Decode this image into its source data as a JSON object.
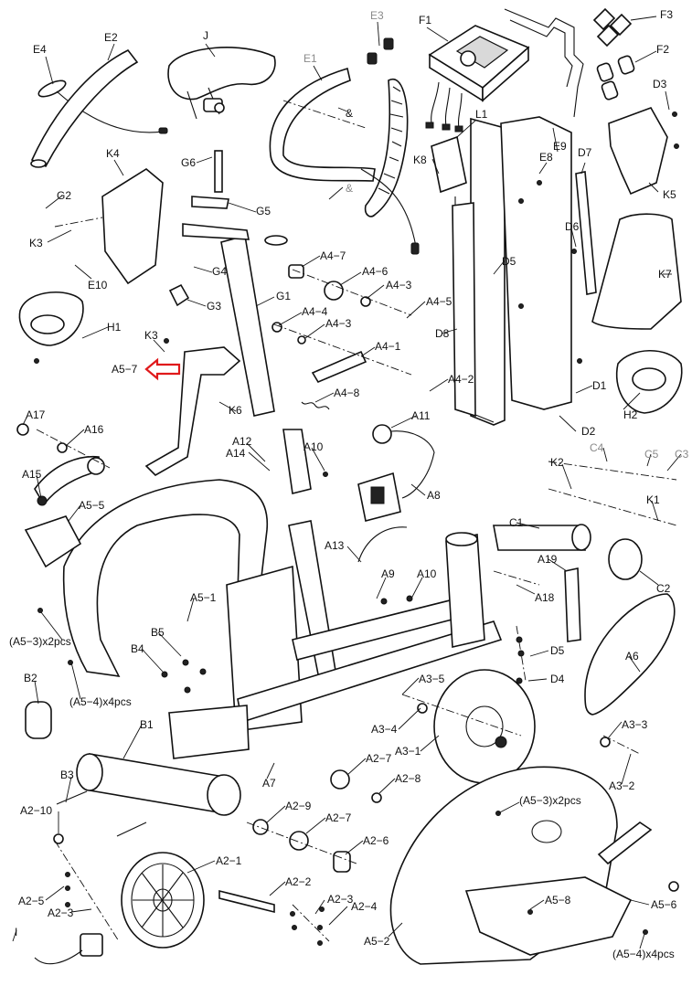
{
  "labels": [
    {
      "key": "E4",
      "text": "E4"
    },
    {
      "key": "E2",
      "text": "E2"
    },
    {
      "key": "J",
      "text": "J"
    },
    {
      "key": "E3",
      "text": "E3",
      "grey": true
    },
    {
      "key": "E1",
      "text": "E1",
      "grey": true
    },
    {
      "key": "F1",
      "text": "F1"
    },
    {
      "key": "F3",
      "text": "F3"
    },
    {
      "key": "F2",
      "text": "F2"
    },
    {
      "key": "D3",
      "text": "D3"
    },
    {
      "key": "L1",
      "text": "L1"
    },
    {
      "key": "E8",
      "text": "E8"
    },
    {
      "key": "E9",
      "text": "E9"
    },
    {
      "key": "K8",
      "text": "K8"
    },
    {
      "key": "D7",
      "text": "D7"
    },
    {
      "key": "K5",
      "text": "K5"
    },
    {
      "key": "K4",
      "text": "K4"
    },
    {
      "key": "G6",
      "text": "G6"
    },
    {
      "key": "G2",
      "text": "G2"
    },
    {
      "key": "K3a",
      "text": "K3"
    },
    {
      "key": "E10",
      "text": "E10"
    },
    {
      "key": "G5",
      "text": "G5"
    },
    {
      "key": "G4",
      "text": "G4"
    },
    {
      "key": "G3",
      "text": "G3"
    },
    {
      "key": "G1",
      "text": "G1"
    },
    {
      "key": "A4-7",
      "text": "A4−7"
    },
    {
      "key": "A4-6",
      "text": "A4−6"
    },
    {
      "key": "A4-3a",
      "text": "A4−3"
    },
    {
      "key": "A4-5",
      "text": "A4−5"
    },
    {
      "key": "A4-4",
      "text": "A4−4"
    },
    {
      "key": "A4-3b",
      "text": "A4−3"
    },
    {
      "key": "D5a",
      "text": "D5"
    },
    {
      "key": "D6",
      "text": "D6"
    },
    {
      "key": "K7",
      "text": "K7"
    },
    {
      "key": "D8",
      "text": "D8"
    },
    {
      "key": "H1",
      "text": "H1"
    },
    {
      "key": "K3b",
      "text": "K3"
    },
    {
      "key": "A5-7",
      "text": "A5−7"
    },
    {
      "key": "A4-1",
      "text": "A4−1"
    },
    {
      "key": "A4-2",
      "text": "A4−2"
    },
    {
      "key": "D1",
      "text": "D1"
    },
    {
      "key": "H2",
      "text": "H2"
    },
    {
      "key": "A4-8",
      "text": "A4−8"
    },
    {
      "key": "K6",
      "text": "K6"
    },
    {
      "key": "A17",
      "text": "A17"
    },
    {
      "key": "A16",
      "text": "A16"
    },
    {
      "key": "A12",
      "text": "A12"
    },
    {
      "key": "A14",
      "text": "A14"
    },
    {
      "key": "A10a",
      "text": "A10"
    },
    {
      "key": "A11",
      "text": "A11"
    },
    {
      "key": "D2",
      "text": "D2"
    },
    {
      "key": "C4",
      "text": "C4",
      "grey": true
    },
    {
      "key": "C5",
      "text": "C5",
      "grey": true
    },
    {
      "key": "C3",
      "text": "C3",
      "grey": true
    },
    {
      "key": "K2",
      "text": "K2"
    },
    {
      "key": "A15",
      "text": "A15"
    },
    {
      "key": "A8",
      "text": "A8"
    },
    {
      "key": "K1",
      "text": "K1"
    },
    {
      "key": "A5-5",
      "text": "A5−5"
    },
    {
      "key": "C1",
      "text": "C1"
    },
    {
      "key": "A13",
      "text": "A13"
    },
    {
      "key": "A19",
      "text": "A19"
    },
    {
      "key": "C2",
      "text": "C2"
    },
    {
      "key": "A9",
      "text": "A9"
    },
    {
      "key": "A10b",
      "text": "A10"
    },
    {
      "key": "A18",
      "text": "A18"
    },
    {
      "key": "A5-1",
      "text": "A5−1"
    },
    {
      "key": "A5-3x2a",
      "text": "(A5−3)x2pcs"
    },
    {
      "key": "B5",
      "text": "B5"
    },
    {
      "key": "B4",
      "text": "B4"
    },
    {
      "key": "D5b",
      "text": "D5"
    },
    {
      "key": "A6",
      "text": "A6"
    },
    {
      "key": "B2",
      "text": "B2"
    },
    {
      "key": "A5-4x4a",
      "text": "(A5−4)x4pcs"
    },
    {
      "key": "D4",
      "text": "D4"
    },
    {
      "key": "A3-5",
      "text": "A3−5"
    },
    {
      "key": "A3-3",
      "text": "A3−3"
    },
    {
      "key": "B1",
      "text": "B1"
    },
    {
      "key": "A3-4",
      "text": "A3−4"
    },
    {
      "key": "A3-1",
      "text": "A3−1"
    },
    {
      "key": "A3-2",
      "text": "A3−2"
    },
    {
      "key": "A7",
      "text": "A7"
    },
    {
      "key": "A2-7a",
      "text": "A2−7"
    },
    {
      "key": "A2-8",
      "text": "A2−8"
    },
    {
      "key": "B3",
      "text": "B3"
    },
    {
      "key": "A5-3x2b",
      "text": "(A5−3)x2pcs"
    },
    {
      "key": "A2-10",
      "text": "A2−10"
    },
    {
      "key": "A2-9",
      "text": "A2−9"
    },
    {
      "key": "A2-7b",
      "text": "A2−7"
    },
    {
      "key": "A2-6",
      "text": "A2−6"
    },
    {
      "key": "A2-1",
      "text": "A2−1"
    },
    {
      "key": "A2-2",
      "text": "A2−2"
    },
    {
      "key": "A2-5",
      "text": "A2−5"
    },
    {
      "key": "A2-3a",
      "text": "A2−3"
    },
    {
      "key": "A2-3b",
      "text": "A2−3"
    },
    {
      "key": "A2-4",
      "text": "A2−4"
    },
    {
      "key": "A5-8",
      "text": "A5−8"
    },
    {
      "key": "A5-6",
      "text": "A5−6"
    },
    {
      "key": "I",
      "text": "I"
    },
    {
      "key": "A5-2",
      "text": "A5−2"
    },
    {
      "key": "A5-4x4b",
      "text": "(A5−4)x4pcs"
    },
    {
      "key": "amp1",
      "text": "&"
    },
    {
      "key": "amp2",
      "text": "&",
      "grey": true
    }
  ],
  "colors": {
    "ink": "#111111",
    "highlight_arrow": "#e0191b",
    "grey_label": "#8a8a8a"
  }
}
